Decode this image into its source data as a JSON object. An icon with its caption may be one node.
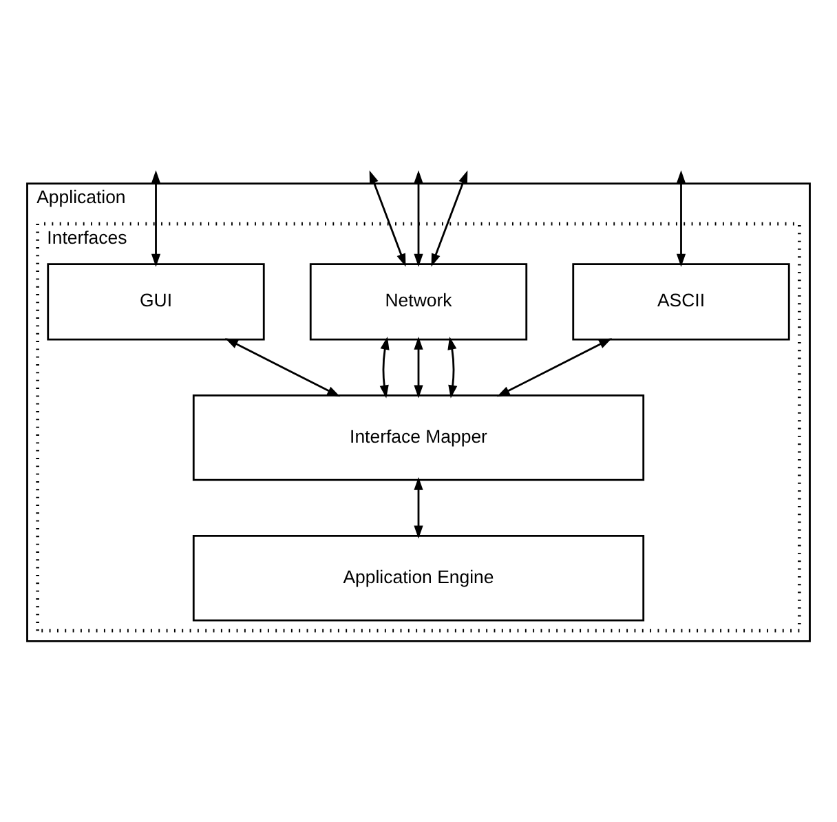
{
  "diagram": {
    "nodes": [
      {
        "text": [
          "Application"
        ]
      },
      {
        "text": [
          "Interfaces"
        ],
        "in": 0
      },
      {
        "text": [
          "GUI"
        ],
        "in": 1
      },
      {
        "text": [
          "Network"
        ],
        "in": 1
      },
      {
        "text": [
          "ASCII"
        ],
        "in": 1
      },
      {
        "text": [
          "Interface Mapper"
        ],
        "in": 1
      },
      {
        "text": [
          "Application Engine"
        ],
        "in": 1
      }
    ],
    "edges": [
      {
        "from": 0,
        "to": 2,
        "arrow": "both"
      },
      {
        "from": 0,
        "to": 3,
        "arrow": "both"
      },
      {
        "from": 0,
        "to": 3,
        "arrow": "both"
      },
      {
        "from": 0,
        "to": 3,
        "arrow": "both"
      },
      {
        "from": 0,
        "to": 4,
        "arrow": "both"
      },
      {
        "from": 2,
        "to": 5,
        "arrow": "both"
      },
      {
        "from": 3,
        "to": 5,
        "arrow": "both"
      },
      {
        "from": 3,
        "to": 5,
        "arrow": "both"
      },
      {
        "from": 3,
        "to": 5,
        "arrow": "both"
      },
      {
        "from": 4,
        "to": 5,
        "arrow": "both"
      },
      {
        "from": 5,
        "to": 6,
        "arrow": "both"
      }
    ]
  }
}
